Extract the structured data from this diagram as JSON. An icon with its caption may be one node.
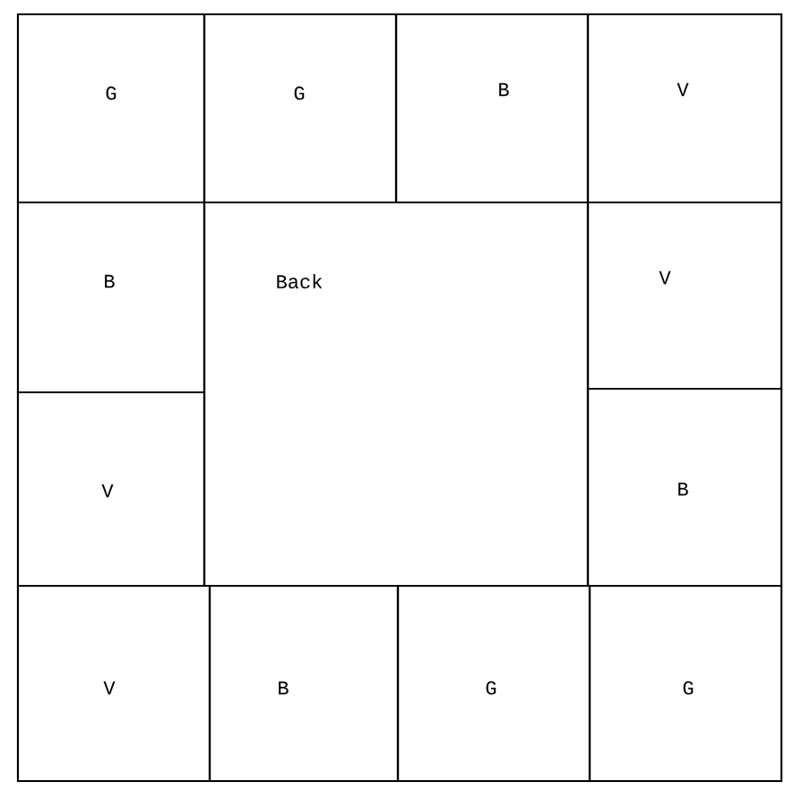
{
  "diagram": {
    "nodes": [
      {
        "text": [
          "G"
        ]
      },
      {
        "text": [
          "G"
        ]
      },
      {
        "text": [
          "B"
        ]
      },
      {
        "text": [
          "V"
        ]
      },
      {
        "text": [
          "B"
        ]
      },
      {
        "text": [
          "Back"
        ]
      },
      {
        "text": [
          "V"
        ]
      },
      {
        "text": [
          "V"
        ]
      },
      {
        "text": [
          "B"
        ]
      },
      {
        "text": [
          "V"
        ]
      },
      {
        "text": [
          "B"
        ]
      },
      {
        "text": [
          "G"
        ]
      },
      {
        "text": [
          "G"
        ]
      }
    ]
  }
}
